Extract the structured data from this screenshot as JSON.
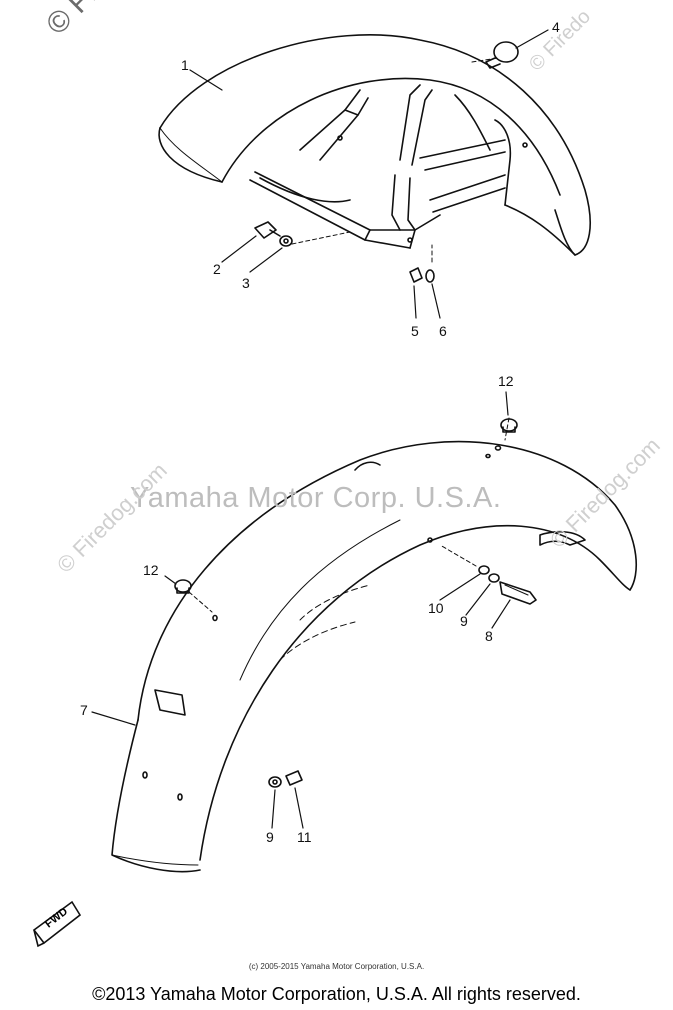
{
  "watermarks": {
    "top_left": "© Firedc",
    "top_right": "© Firedo",
    "center": "Yamaha Motor Corp. U.S.A.",
    "left": "© Firedog.com",
    "right": "© Firedog.com"
  },
  "callouts": {
    "c1": "1",
    "c2": "2",
    "c3": "3",
    "c4": "4",
    "c5": "5",
    "c6": "6",
    "c7": "7",
    "c8": "8",
    "c9a": "9",
    "c9b": "9",
    "c10": "10",
    "c11": "11",
    "c12a": "12",
    "c12b": "12"
  },
  "fwd_label": "FWD",
  "copyright_small": "(c) 2005-2015 Yamaha Motor Corporation, U.S.A.",
  "copyright_main": "©2013 Yamaha Motor Corporation, U.S.A. All rights reserved."
}
